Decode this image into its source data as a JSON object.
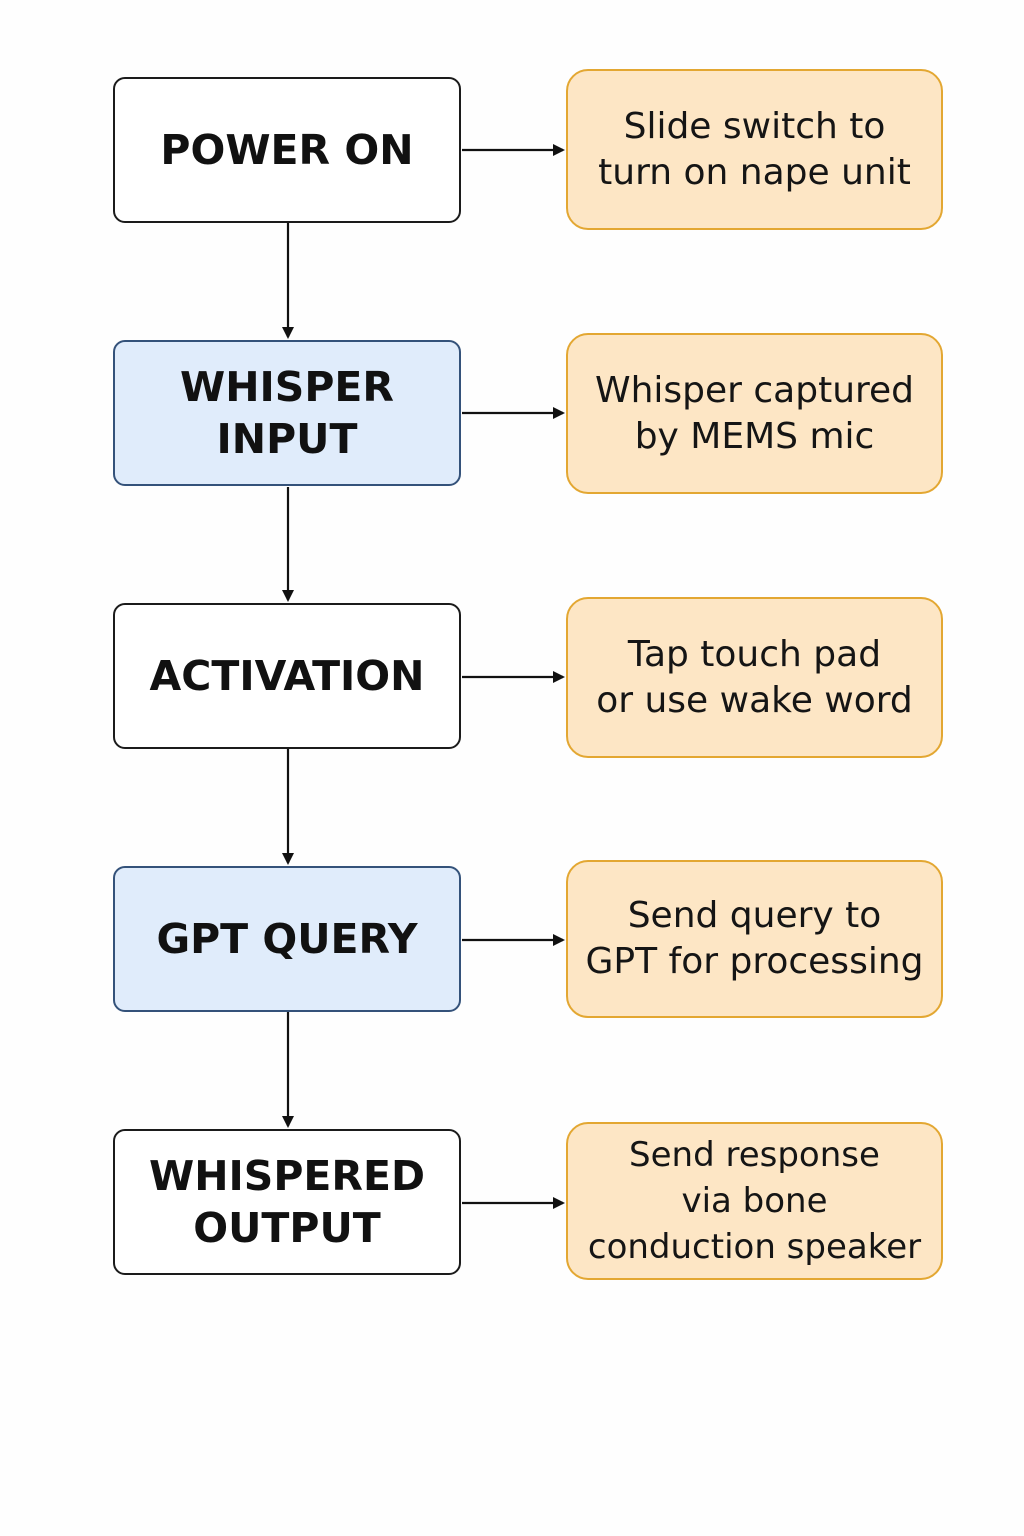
{
  "colors": {
    "step_fill_plain": "#ffffff",
    "step_fill_highlight": "#e0ecfb",
    "step_border": "#1b1b1b",
    "step_border_highlight": "#34527a",
    "note_fill": "#fde6c5",
    "note_border": "#e3a732",
    "connector": "#111111"
  },
  "steps": [
    {
      "label": "POWER ON",
      "highlight": false,
      "note": "Slide switch to\nturn on nape unit"
    },
    {
      "label": "WHISPER INPUT",
      "highlight": true,
      "note": "Whisper captured\nby MEMS mic"
    },
    {
      "label": "ACTIVATION",
      "highlight": false,
      "note": "Tap touch pad\nor use wake word"
    },
    {
      "label": "GPT QUERY",
      "highlight": true,
      "note": "Send query to\nGPT for processing"
    },
    {
      "label": "WHISPERED\nOUTPUT",
      "highlight": false,
      "note": "Send response\nvia bone\nconduction speaker"
    }
  ]
}
